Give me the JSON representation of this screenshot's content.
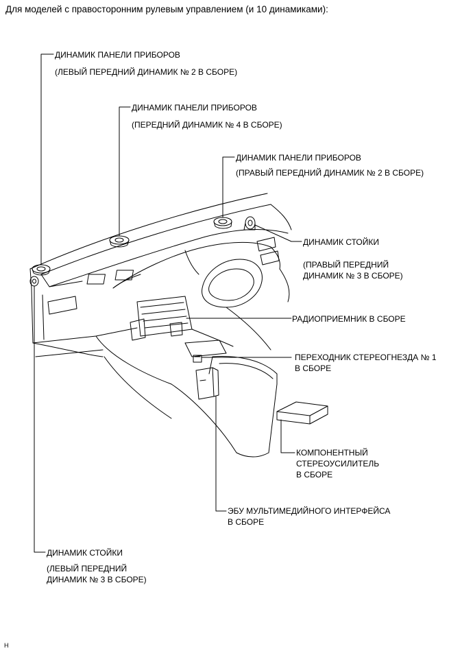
{
  "header": "Для моделей с правосторонним рулевым управлением (и 10 динамиками):",
  "labels": {
    "left_front_dash": {
      "title": "ДИНАМИК ПАНЕЛИ ПРИБОРОВ",
      "sub": "(ЛЕВЫЙ ПЕРЕДНИЙ ДИНАМИК № 2 В СБОРЕ)"
    },
    "front_center": {
      "title": "ДИНАМИК ПАНЕЛИ ПРИБОРОВ",
      "sub": "(ПЕРЕДНИЙ ДИНАМИК № 4 В СБОРЕ)"
    },
    "right_front_dash": {
      "title": "ДИНАМИК ПАНЕЛИ ПРИБОРОВ",
      "sub": "(ПРАВЫЙ ПЕРЕДНИЙ ДИНАМИК № 2 В СБОРЕ)"
    },
    "right_pillar": {
      "title": "ДИНАМИК СТОЙКИ",
      "sub1": "(ПРАВЫЙ ПЕРЕДНИЙ",
      "sub2": "ДИНАМИК № 3 В СБОРЕ)"
    },
    "radio": {
      "title": "РАДИОПРИЕМНИК В СБОРЕ"
    },
    "stereo_jack": {
      "line1": "ПЕРЕХОДНИК СТЕРЕОГНЕЗДА № 1",
      "line2": "В СБОРЕ"
    },
    "amplifier": {
      "line1": "КОМПОНЕНТНЫЙ",
      "line2": "СТЕРЕОУСИЛИТЕЛЬ",
      "line3": "В СБОРЕ"
    },
    "multimedia_ecu": {
      "line1": "ЭБУ МУЛЬТИМЕДИЙНОГО ИНТЕРФЕЙСА",
      "line2": "В СБОРЕ"
    },
    "left_pillar": {
      "title": "ДИНАМИК СТОЙКИ",
      "sub1": "(ЛЕВЫЙ ПЕРЕДНИЙ",
      "sub2": "ДИНАМИК № 3 В СБОРЕ)"
    }
  },
  "footer": "H"
}
